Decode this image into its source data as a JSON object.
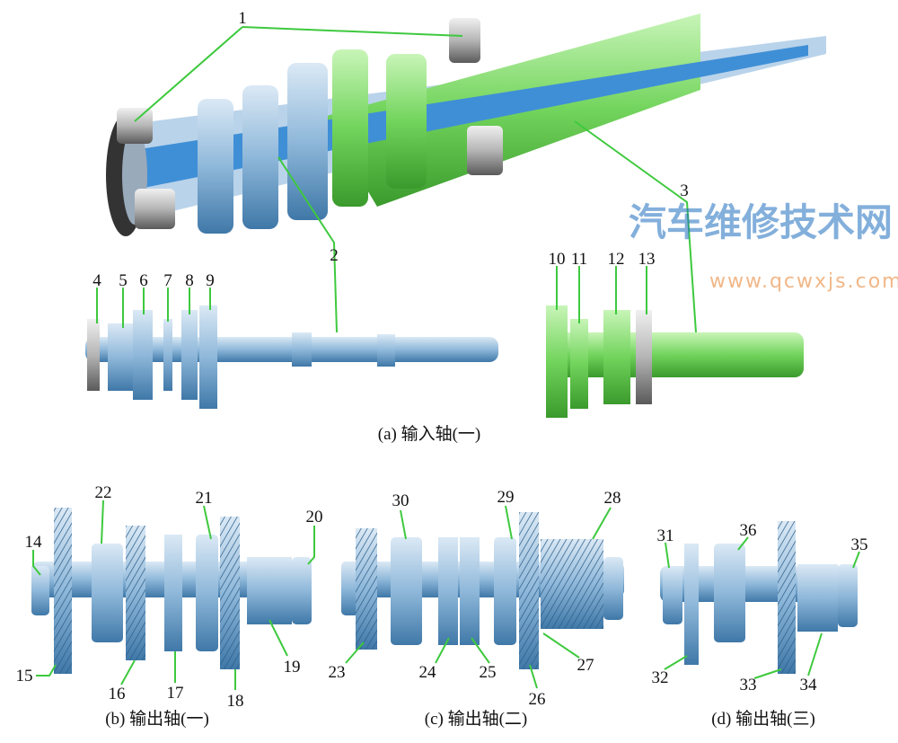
{
  "labels": {
    "n1": "1",
    "n2": "2",
    "n3": "3",
    "n4": "4",
    "n5": "5",
    "n6": "6",
    "n7": "7",
    "n8": "8",
    "n9": "9",
    "n10": "10",
    "n11": "11",
    "n12": "12",
    "n13": "13",
    "n14": "14",
    "n15": "15",
    "n16": "16",
    "n17": "17",
    "n18": "18",
    "n19": "19",
    "n20": "20",
    "n21": "21",
    "n22": "22",
    "n23": "23",
    "n24": "24",
    "n25": "25",
    "n26": "26",
    "n27": "27",
    "n28": "28",
    "n29": "29",
    "n30": "30",
    "n31": "31",
    "n32": "32",
    "n33": "33",
    "n34": "34",
    "n35": "35",
    "n36": "36"
  },
  "captions": {
    "a": "(a) 输入轴(一)",
    "b": "(b) 输出轴(一)",
    "c": "(c) 输出轴(二)",
    "d": "(d) 输出轴(三)"
  },
  "watermark": {
    "title": "汽车维修技术网",
    "url": "www.qcwxjs.com"
  },
  "colors": {
    "blue": "#6fa8d6",
    "green": "#6fd65a",
    "leader": "#3ec93e",
    "steel": "#4f86b3"
  }
}
